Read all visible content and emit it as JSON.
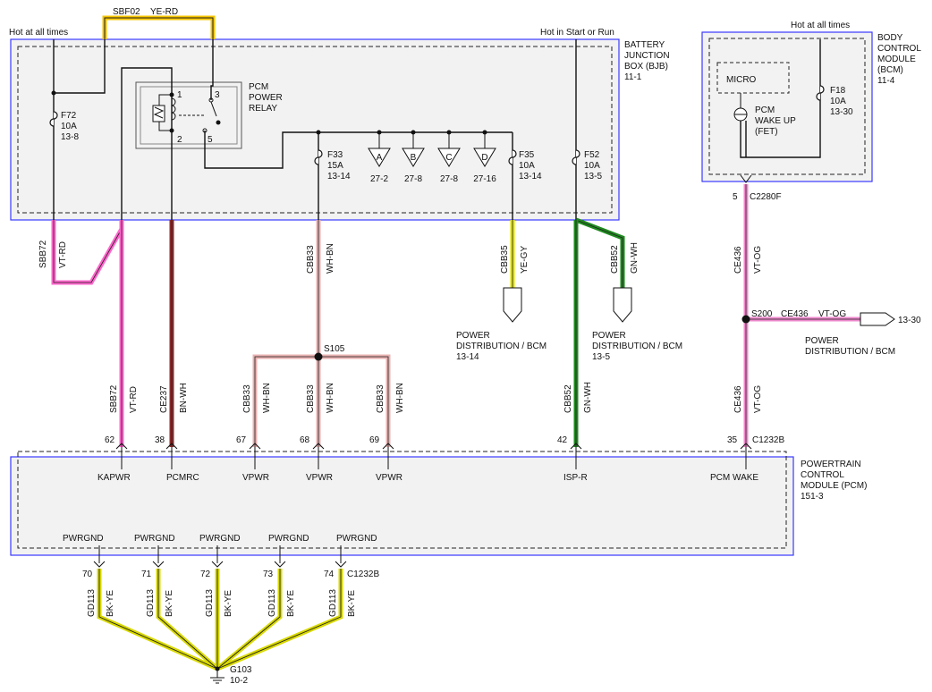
{
  "labels": {
    "hot_all_times_left": "Hot at all times",
    "hot_start_run": "Hot in Start or Run",
    "hot_all_times_right": "Hot at all times",
    "bjb_line1": "BATTERY",
    "bjb_line2": "JUNCTION",
    "bjb_line3": "BOX (BJB)",
    "bjb_line4": "11-1",
    "bcm_line1": "BODY",
    "bcm_line2": "CONTROL",
    "bcm_line3": "MODULE",
    "bcm_line4": "(BCM)",
    "bcm_line5": "11-4",
    "pcm_line1": "POWERTRAIN",
    "pcm_line2": "CONTROL",
    "pcm_line3": "MODULE (PCM)",
    "pcm_line4": "151-3",
    "relay_line1": "PCM",
    "relay_line2": "POWER",
    "relay_line3": "RELAY",
    "micro": "MICRO",
    "wake_line1": "PCM",
    "wake_line2": "WAKE UP",
    "wake_line3": "(FET)",
    "s105": "S105",
    "s200": "S200",
    "c2280f": "C2280F",
    "pin_c2280f": "5",
    "c1232b_top": "C1232B",
    "c1232b_bottom": "C1232B",
    "g103_line1": "G103",
    "g103_line2": "10-2",
    "ref_13_30": "13-30",
    "pd_bcm_1335_line1": "POWER",
    "pd_bcm_1335_line2": "DISTRIBUTION / BCM",
    "pd_bcm_1335_line3": "13-14",
    "pd_bcm_52_line1": "POWER",
    "pd_bcm_52_line2": "DISTRIBUTION / BCM",
    "pd_bcm_52_line3": "13-5",
    "pd_bcm_s200_line1": "POWER",
    "pd_bcm_s200_line2": "DISTRIBUTION / BCM"
  },
  "relay_pins": [
    "1",
    "2",
    "3",
    "5"
  ],
  "fuses": [
    {
      "id": "F72",
      "amps": "10A",
      "ref": "13-8"
    },
    {
      "id": "F33",
      "amps": "15A",
      "ref": "13-14"
    },
    {
      "id": "F35",
      "amps": "10A",
      "ref": "13-14"
    },
    {
      "id": "F52",
      "amps": "10A",
      "ref": "13-5"
    },
    {
      "id": "F18",
      "amps": "10A",
      "ref": "13-30"
    }
  ],
  "offpage_connectors": [
    {
      "letter": "A",
      "ref": "27-2"
    },
    {
      "letter": "B",
      "ref": "27-8"
    },
    {
      "letter": "C",
      "ref": "27-8"
    },
    {
      "letter": "D",
      "ref": "27-16"
    }
  ],
  "top_wire": {
    "circuit": "SBF02",
    "color": "YE-RD"
  },
  "wires": [
    {
      "circuit": "SBB72",
      "color": "VT-RD"
    },
    {
      "circuit": "SBB72",
      "color": "VT-RD"
    },
    {
      "circuit": "CE237",
      "color": "BN-WH"
    },
    {
      "circuit": "CBB33",
      "color": "WH-BN"
    },
    {
      "circuit": "CBB33",
      "color": "WH-BN"
    },
    {
      "circuit": "CBB33",
      "color": "WH-BN"
    },
    {
      "circuit": "CBB33",
      "color": "WH-BN"
    },
    {
      "circuit": "CBB35",
      "color": "YE-GY"
    },
    {
      "circuit": "CBB52",
      "color": "GN-WH"
    },
    {
      "circuit": "CBB52",
      "color": "GN-WH"
    },
    {
      "circuit": "CE436",
      "color": "VT-OG"
    },
    {
      "circuit": "CE436",
      "color": "VT-OG"
    },
    {
      "circuit": "CE436",
      "color": "VT-OG"
    }
  ],
  "pcm_pins": [
    {
      "pin": "62",
      "name": "KAPWR"
    },
    {
      "pin": "38",
      "name": "PCMRC"
    },
    {
      "pin": "67",
      "name": "VPWR"
    },
    {
      "pin": "68",
      "name": "VPWR"
    },
    {
      "pin": "69",
      "name": "VPWR"
    },
    {
      "pin": "42",
      "name": "ISP-R"
    },
    {
      "pin": "35",
      "name": "PCM WAKE"
    }
  ],
  "ground_pins": [
    {
      "pin": "70",
      "name": "PWRGND",
      "circuit": "GD113",
      "color": "BK-YE"
    },
    {
      "pin": "71",
      "name": "PWRGND",
      "circuit": "GD113",
      "color": "BK-YE"
    },
    {
      "pin": "72",
      "name": "PWRGND",
      "circuit": "GD113",
      "color": "BK-YE"
    },
    {
      "pin": "73",
      "name": "PWRGND",
      "circuit": "GD113",
      "color": "BK-YE"
    },
    {
      "pin": "74",
      "name": "PWRGND",
      "circuit": "GD113",
      "color": "BK-YE"
    }
  ],
  "wire_colors": {
    "VT-RD": "#ff66cc",
    "YE-RD": "#f5c400",
    "BN-WH": "#8b2a2a",
    "WH-BN": "#e8b0b0",
    "YE-GY": "#e6e600",
    "GN-WH": "#1f8a1f",
    "VT-OG": "#ee88cc",
    "BK-YE": "#d9d900"
  }
}
